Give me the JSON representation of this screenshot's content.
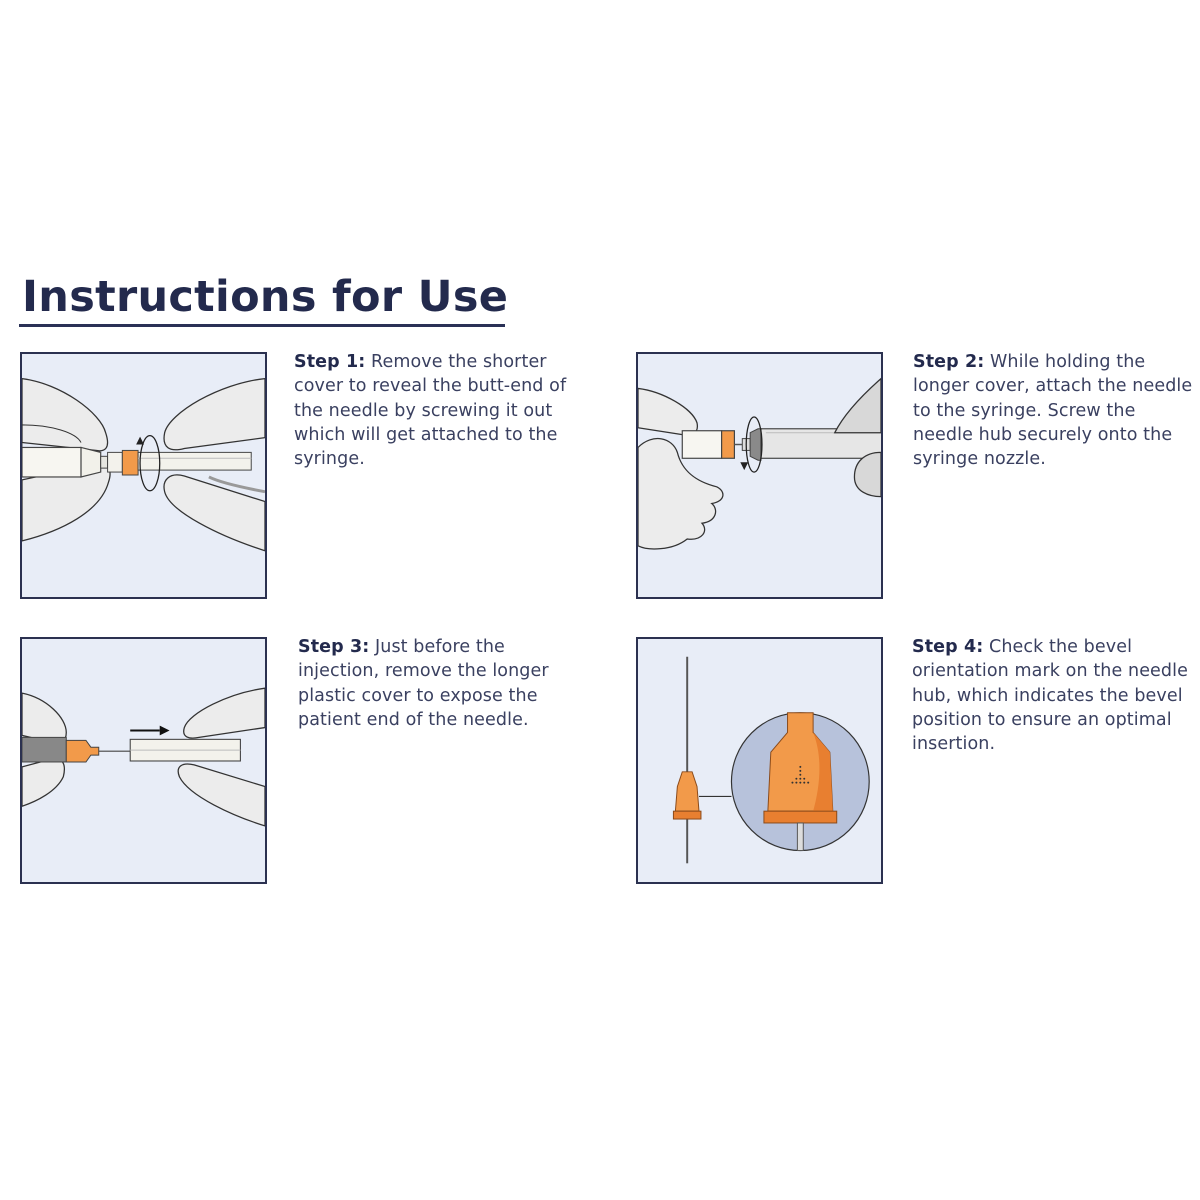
{
  "header": {
    "title": "Instructions for Use"
  },
  "colors": {
    "title": "#232a4d",
    "text": "#3a4060",
    "panel_bg": "#e8edf7",
    "panel_border": "#2b3150",
    "accent_orange": "#f29a4a",
    "glove": "#ebebeb"
  },
  "steps": [
    {
      "label": "Step 1:",
      "text": " Remove the shorter cover to reveal the butt-end of the needle by screwing it out which will get attached to the syringe.",
      "illustration": "unscrew-short-cover-icon"
    },
    {
      "label": "Step 2:",
      "text": " While holding the longer cover, attach the needle to the syringe. Screw the needle hub securely onto the syringe nozzle.",
      "illustration": "attach-needle-to-syringe-icon"
    },
    {
      "label": "Step 3:",
      "text": " Just before the injection, remove the longer plastic cover to expose the patient end of the needle.",
      "illustration": "remove-long-cover-icon"
    },
    {
      "label": "Step 4:",
      "text": " Check the bevel orientation mark on the needle hub, which indicates the bevel position to ensure an optimal insertion.",
      "illustration": "bevel-orientation-mark-icon"
    }
  ]
}
